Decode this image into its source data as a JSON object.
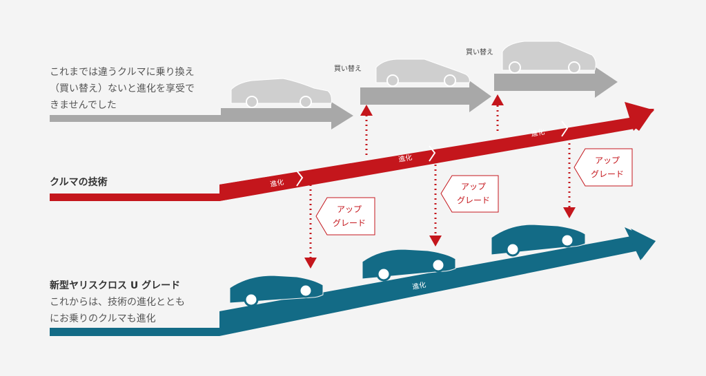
{
  "intro": {
    "line1": "これまでは違うクルマに乗り換え",
    "line2": "（買い替え）ないと進化を享受で",
    "line3": "きませんでした"
  },
  "tech_label": "クルマの技術",
  "yaris": {
    "title": "新型ヤリスクロス U グレード",
    "line1": "これからは、技術の進化ととも",
    "line2": "にお乗りのクルマも進化"
  },
  "buy_replace": "買い替え",
  "evolution": "進化",
  "upgrade": {
    "line1": "アップ",
    "line2": "グレード"
  },
  "colors": {
    "gray": "#a8a8a8",
    "red": "#c4161c",
    "teal": "#136b86",
    "car_gray": "#cfcfcf"
  }
}
